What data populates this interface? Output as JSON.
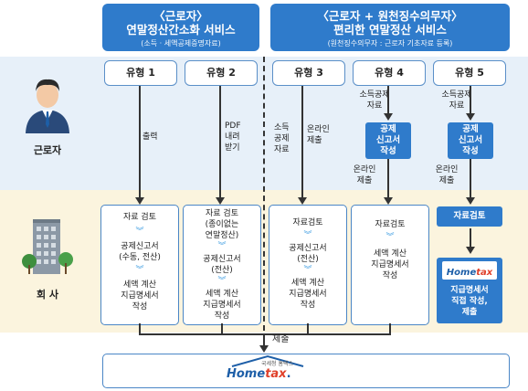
{
  "headers": {
    "left": {
      "title1": "〈근로자〉",
      "title2": "연말정산간소화 서비스",
      "sub": "(소득 · 세액공제증명자료)"
    },
    "right": {
      "title1": "〈근로자 + 원천징수의무자〉",
      "title2": "편리한 연말정산 서비스",
      "sub": "(원천징수의무자 : 근로자 기초자료 등록)"
    }
  },
  "rows": {
    "worker": "근로자",
    "company": "회 사"
  },
  "types": [
    "유형 1",
    "유형 2",
    "유형 3",
    "유형 4",
    "유형 5"
  ],
  "worker_notes": {
    "t1": "출력",
    "t2": [
      "PDF",
      "내려",
      "받기"
    ],
    "t3a": [
      "소득",
      "공제",
      "자료"
    ],
    "t3b": [
      "온라인",
      "제출"
    ],
    "t4_top": [
      "소득공제",
      "자료"
    ],
    "t4_box": [
      "공제",
      "신고서",
      "작성"
    ],
    "t4_bottom": [
      "온라인",
      "제출"
    ],
    "t5_top": [
      "소득공제",
      "자료"
    ],
    "t5_box": [
      "공제",
      "신고서",
      "작성"
    ],
    "t5_bottom": [
      "온라인",
      "제출"
    ]
  },
  "company_cols": {
    "c1": {
      "step1": "자료 검토",
      "step2": [
        "공제신고서",
        "(수동, 전산)"
      ],
      "step3": [
        "세액 계산",
        "지급명세서",
        "작성"
      ]
    },
    "c2": {
      "step1": [
        "자료 검토",
        "(종이없는",
        "연말정산)"
      ],
      "step2": [
        "공제신고서",
        "(전산)"
      ],
      "step3": [
        "세액 계산",
        "지급명세서",
        "작성"
      ]
    },
    "c3": {
      "step1": "자료검토",
      "step2": [
        "공제신고서",
        "(전산)"
      ],
      "step3": [
        "세액 계산",
        "지급명세서",
        "작성"
      ]
    },
    "c4": {
      "step1": "자료검토",
      "step3": [
        "세액 계산",
        "지급명세서",
        "작성"
      ]
    },
    "c5": {
      "step1": "자료검토",
      "step3": [
        "지급명세서",
        "직접 작성,",
        "제출"
      ]
    }
  },
  "submit": "제출",
  "hometax": {
    "small": "국세청 홈택스",
    "logo_a": "Home",
    "logo_b": "tax",
    "dot": "."
  },
  "colors": {
    "header_blue": "#2f7bcb",
    "band_blue": "#e7f0f9",
    "band_yellow": "#fbf4de",
    "border": "#4a86c6"
  }
}
